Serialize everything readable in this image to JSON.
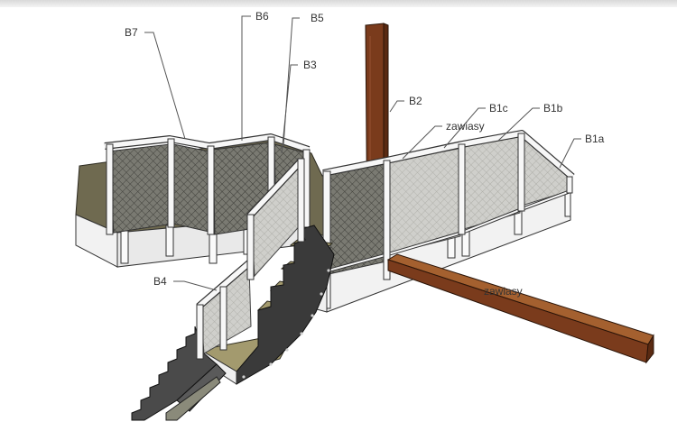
{
  "labels": {
    "b7": "B7",
    "b6": "B6",
    "b5": "B5",
    "b3": "B3",
    "b2": "B2",
    "zawiasy_top": "zawiasy",
    "b1c": "B1c",
    "b1b": "B1b",
    "b1a": "B1a",
    "b4": "B4",
    "zawiasy_beam": "zawiasy"
  },
  "colors": {
    "deck": "#6f6a50",
    "skirt": "#f2f2f2",
    "frame": "#f7f7f7",
    "mesh": "#5f5f5f",
    "post": "#7a3b1c",
    "beam": "#8a4a22",
    "tread": "#a39a6e",
    "stringer": "#3a3a3a"
  }
}
